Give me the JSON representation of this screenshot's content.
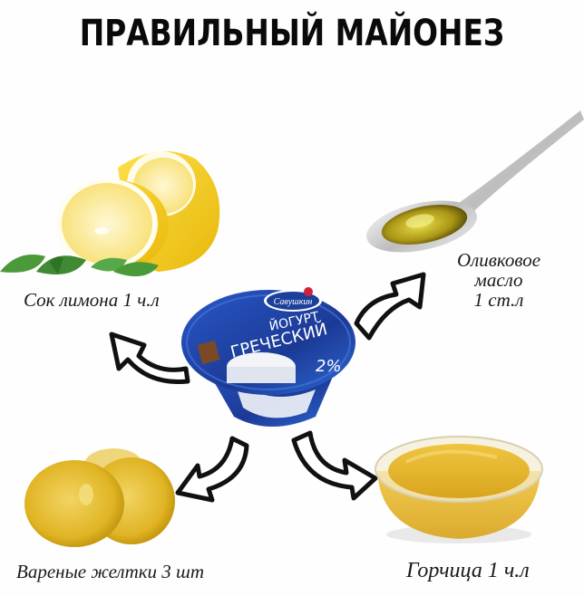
{
  "title": "ПРАВИЛЬНЫЙ МАЙОНЕЗ",
  "center_product": {
    "brand": "Савушкин",
    "line1": "ЙОГУРТ",
    "line2": "ГРЕЧЕСКИЙ",
    "fat": "2%",
    "color": "#1d3f9c"
  },
  "ingredients": [
    {
      "name": "lemon",
      "label": "Сок лимона 1 ч.л",
      "color": "#f6d63a"
    },
    {
      "name": "olive-oil",
      "label_lines": [
        "Оливковое",
        "масло",
        "1 ст.л"
      ],
      "color": "#b7a21c"
    },
    {
      "name": "boiled-yolks",
      "label": "Вареные желтки 3 шт",
      "color": "#e7bd2e"
    },
    {
      "name": "mustard",
      "label": "Горчица 1 ч.л",
      "color": "#e4b327"
    }
  ],
  "icons": {
    "arrow_to_lemon": "arrow-up-left",
    "arrow_to_oil": "arrow-up-right",
    "arrow_to_yolks": "arrow-down-left",
    "arrow_to_mustard": "arrow-down-right"
  }
}
